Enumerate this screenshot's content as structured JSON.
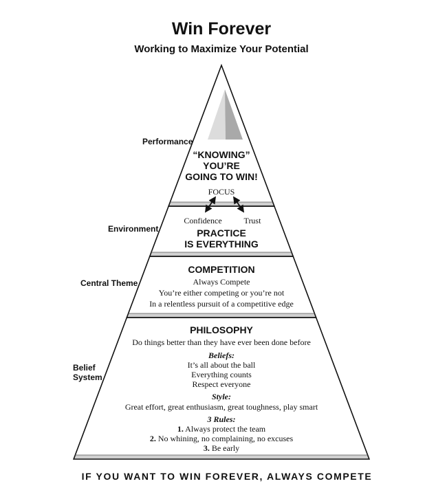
{
  "title": "Win Forever",
  "subtitle": "Working to Maximize Your Potential",
  "side_labels": {
    "performance": "Performance",
    "environment": "Environment",
    "central_theme": "Central Theme",
    "belief_line1": "Belief",
    "belief_line2": "System"
  },
  "performance": {
    "line1": "“KNOWING”",
    "line2": "YOU’RE",
    "line3": "GOING TO WIN!",
    "focus": "FOCUS"
  },
  "environment": {
    "confidence": "Confidence",
    "trust": "Trust",
    "line1": "PRACTICE",
    "line2": "IS EVERYTHING"
  },
  "central": {
    "heading": "COMPETITION",
    "lines": [
      "Always Compete",
      "You’re either competing or you’re not",
      "In a relentless pursuit of a competitive edge"
    ]
  },
  "philosophy": {
    "heading": "PHILOSOPHY",
    "intro": "Do things better than they have ever been done before",
    "beliefs_label": "Beliefs:",
    "beliefs": [
      "It’s all about the ball",
      "Everything counts",
      "Respect everyone"
    ],
    "style_label": "Style:",
    "style": "Great effort, great enthusiasm, great toughness, play smart",
    "rules_label": "3 Rules:",
    "rules": [
      {
        "num": "1.",
        "text": " Always protect the team"
      },
      {
        "num": "2.",
        "text": " No whining, no complaining, no excuses"
      },
      {
        "num": "3.",
        "text": " Be early"
      }
    ]
  },
  "footer": "IF YOU WANT TO WIN FOREVER, ALWAYS COMPETE"
}
